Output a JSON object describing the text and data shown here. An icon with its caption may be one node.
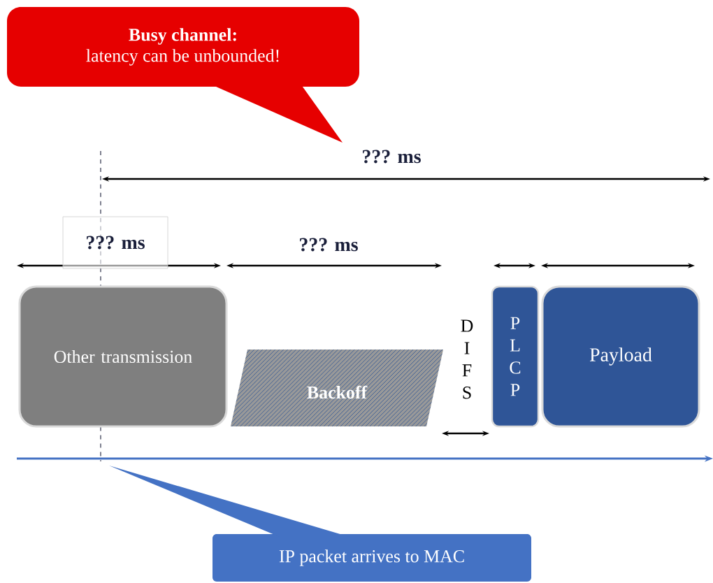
{
  "diagram": {
    "nodes": [
      {
        "text": [
          "Busy channel:",
          "latency can be unbounded!"
        ]
      },
      {
        "text": [
          "??? ms"
        ]
      },
      {
        "text": [
          "Other transmission"
        ]
      },
      {
        "text": [
          "Backoff"
        ]
      },
      {
        "text": [
          "PLCP"
        ]
      },
      {
        "text": [
          "Payload"
        ]
      },
      {
        "text": [
          "IP packet arrives to MAC"
        ]
      }
    ],
    "labels": [
      "??? ms",
      "??? ms",
      "DIFS"
    ]
  }
}
